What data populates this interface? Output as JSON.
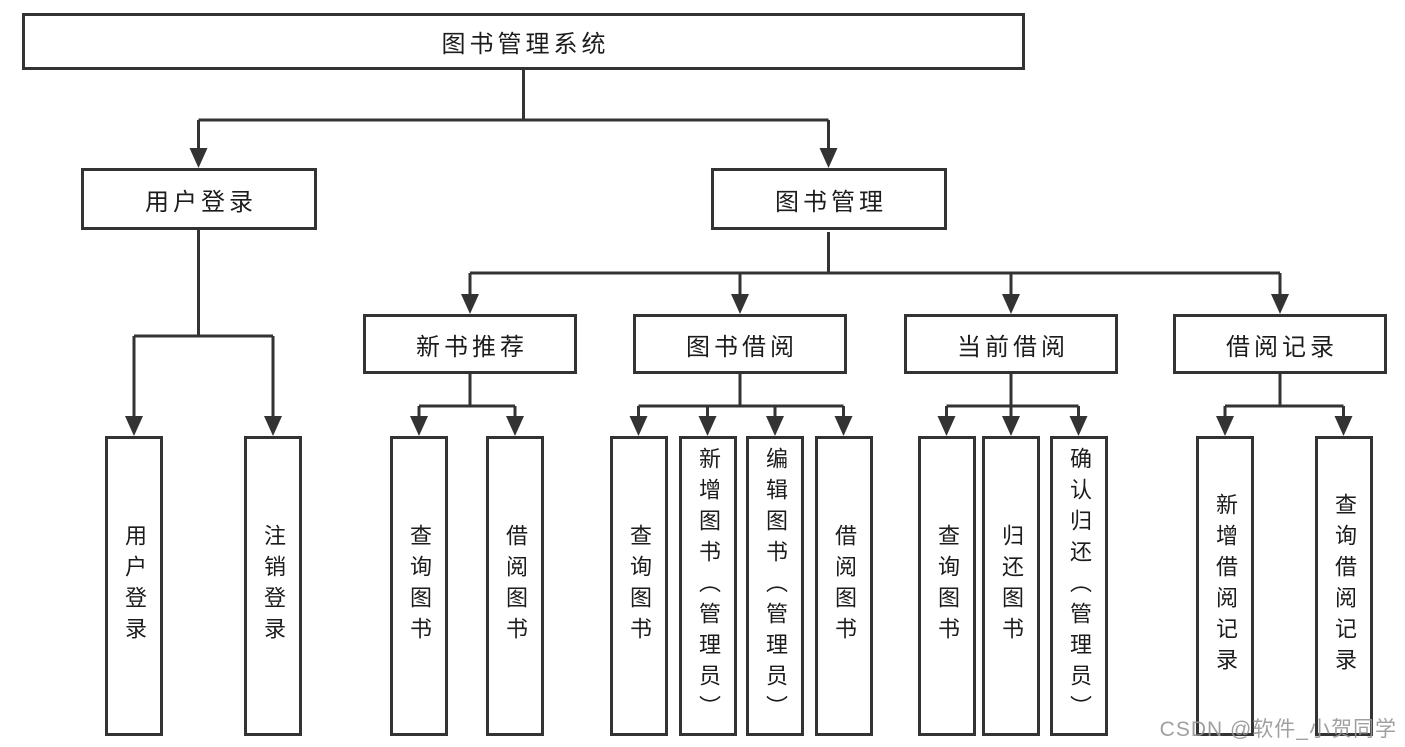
{
  "diagram": {
    "type": "hierarchy-tree",
    "root": {
      "label": "图书管理系统",
      "children": [
        {
          "label": "用户登录",
          "children": [
            {
              "label": "用户登录"
            },
            {
              "label": "注销登录"
            }
          ]
        },
        {
          "label": "图书管理",
          "children": [
            {
              "label": "新书推荐",
              "children": [
                {
                  "label": "查询图书"
                },
                {
                  "label": "借阅图书"
                }
              ]
            },
            {
              "label": "图书借阅",
              "children": [
                {
                  "label": "查询图书"
                },
                {
                  "label": "新增图书（管理员）"
                },
                {
                  "label": "编辑图书（管理员）"
                },
                {
                  "label": "借阅图书"
                }
              ]
            },
            {
              "label": "当前借阅",
              "children": [
                {
                  "label": "查询图书"
                },
                {
                  "label": "归还图书"
                },
                {
                  "label": "确认归还（管理员）"
                }
              ]
            },
            {
              "label": "借阅记录",
              "children": [
                {
                  "label": "新增借阅记录"
                },
                {
                  "label": "查询借阅记录"
                }
              ]
            }
          ]
        }
      ]
    },
    "line_color": "#333333",
    "text_color": "#1c1c1c"
  },
  "watermark": {
    "text": "CSDN @软件_小贺同学"
  }
}
